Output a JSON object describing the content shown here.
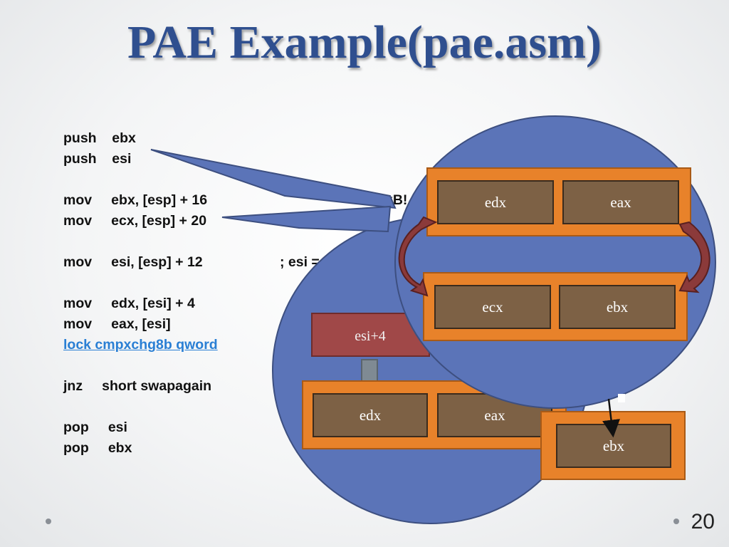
{
  "slide": {
    "title": "PAE Example(pae.asm)",
    "page_number": "20"
  },
  "code": {
    "push1": "push    ebx",
    "push2": "push    esi",
    "mov1": "mov     ebx, [esp] + 16",
    "mov1_comment": "xB!",
    "mov2": "mov     ecx, [esp] + 20",
    "mov3": "mov     esi, [esp] + 12",
    "mov3_comment": "; esi =",
    "mov4": "mov     edx, [esi] + 4",
    "mov5": "mov     eax, [esi]",
    "lock": "lock cmpxchg8b qword",
    "jnz": "jnz     short swapagain",
    "pop1": "pop     esi",
    "pop2": "pop     ebx"
  },
  "diagram": {
    "top_left_reg": "edx",
    "top_right_reg": "eax",
    "mid_left_reg": "ecx",
    "mid_right_reg": "ebx",
    "mem_label": "esi+4",
    "low_left_reg": "edx",
    "low_right_reg": "eax",
    "low_side_reg": "ebx"
  },
  "colors": {
    "bubble": "#5b74b8",
    "orange": "#e8822a",
    "register": "#7d6145",
    "mem_box": "#a04848",
    "arrow_red": "#8b3a3a",
    "title": "#2f4f8f"
  }
}
